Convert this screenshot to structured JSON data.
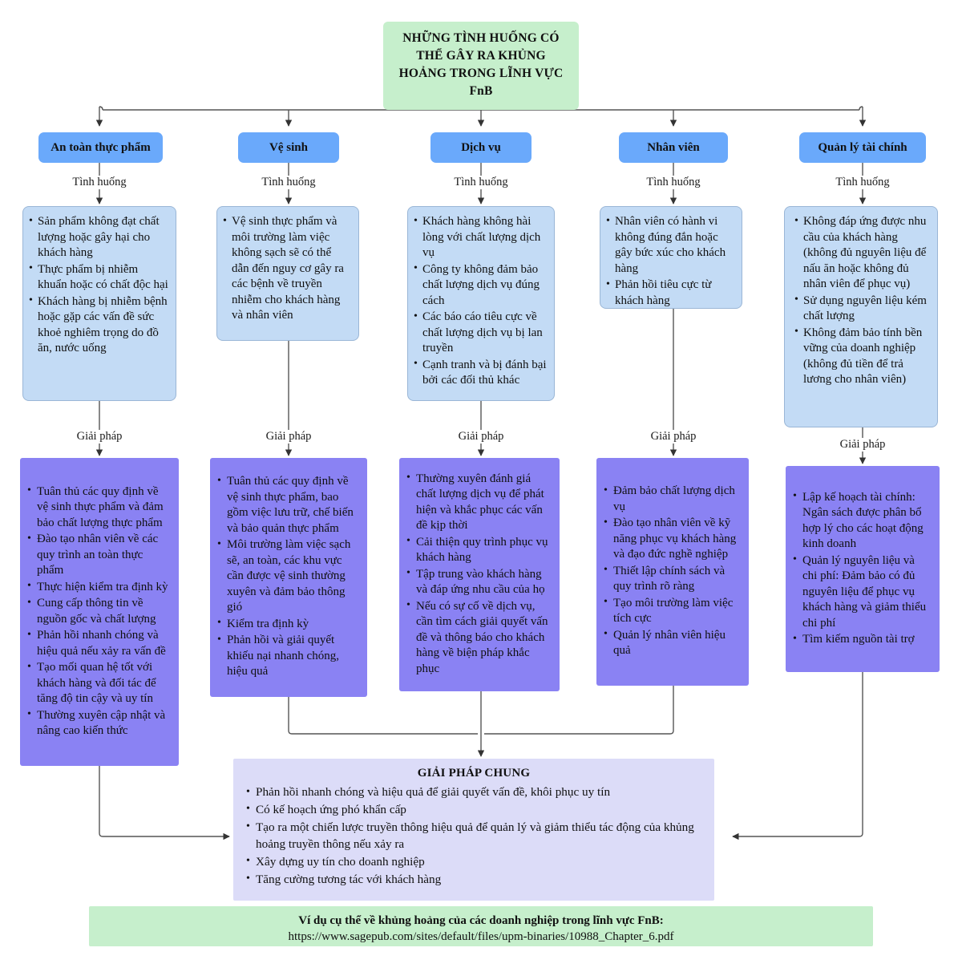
{
  "title": {
    "text": "NHỮNG TÌNH HUỐNG CÓ THỂ GÂY RA KHỦNG HOẢNG TRONG LĨNH VỰC FnB"
  },
  "edge_labels": {
    "situation": "Tình huống",
    "solution": "Giải pháp"
  },
  "colors": {
    "title_green": "#c6efcc",
    "category_blue": "#6aa9fb",
    "situation_blue": "#c3dbf5",
    "solution_purple": "#8a82f3",
    "common_lavender": "#dcdcf8",
    "footer_green": "#c6efcc",
    "edge_stroke": "#555555"
  },
  "columns": [
    {
      "id": "food-safety",
      "category": "An toàn thực phẩm",
      "situations": [
        "Sản phẩm không đạt chất lượng hoặc gây hại cho khách hàng",
        "Thực phẩm bị nhiễm khuẩn hoặc có chất độc hại",
        "Khách hàng bị nhiễm bệnh hoặc gặp các vấn đề sức khoẻ nghiêm trọng do đồ ăn, nước uống"
      ],
      "solutions": [
        "Tuân thủ các quy định về vệ sinh thực phẩm và đảm bảo chất lượng thực phẩm",
        "Đào tạo nhân viên về các quy trình an toàn thực phẩm",
        "Thực hiện kiểm tra định kỳ",
        "Cung cấp thông tin về nguồn gốc và chất lượng",
        "Phản hồi nhanh chóng và hiệu quả nếu xảy ra vấn đề",
        "Tạo mối quan hệ tốt với khách hàng và đối tác để tăng độ tin cậy và uy tín",
        "Thường xuyên cập nhật và nâng cao kiến thức"
      ]
    },
    {
      "id": "hygiene",
      "category": "Vệ sinh",
      "situations": [
        "Vệ sinh thực phẩm và môi trường làm việc không sạch sẽ có thể dẫn đến nguy cơ gây ra các bệnh về truyền nhiễm cho khách hàng và nhân viên"
      ],
      "solutions": [
        "Tuân thủ các quy định về vệ sinh thực phẩm, bao gồm việc lưu trữ, chế biến và bảo quản thực phẩm",
        "Môi trường làm việc sạch sẽ, an toàn, các khu vực cần được vệ sinh thường xuyên và đảm bảo thông gió",
        "Kiểm tra định kỳ",
        "Phản hồi và giải quyết khiếu nại nhanh chóng, hiệu quả"
      ]
    },
    {
      "id": "service",
      "category": "Dịch vụ",
      "situations": [
        "Khách hàng không hài lòng với chất lượng dịch vụ",
        "Công ty không đảm bảo chất lượng dịch vụ đúng cách",
        "Các báo cáo tiêu cực về chất lượng dịch vụ bị lan truyền",
        "Cạnh tranh và bị đánh bại bởi các đối thủ khác"
      ],
      "solutions": [
        "Thường xuyên đánh giá chất lượng dịch vụ để phát hiện và khắc phục các vấn đề kịp thời",
        "Cải thiện quy trình phục vụ khách hàng",
        "Tập trung vào khách hàng và đáp ứng nhu cầu của họ",
        "Nếu có sự cố về dịch vụ, cần tìm cách giải quyết vấn đề và thông báo cho khách hàng về biện pháp khắc phục"
      ]
    },
    {
      "id": "staff",
      "category": "Nhân viên",
      "situations": [
        "Nhân viên có hành vi không đúng đắn hoặc gây bức xúc cho khách hàng",
        "Phản hồi tiêu cực từ khách hàng"
      ],
      "solutions": [
        "Đảm bảo chất lượng dịch vụ",
        "Đào tạo nhân viên về kỹ năng phục vụ khách hàng và đạo đức nghề nghiệp",
        "Thiết lập chính sách và quy trình rõ ràng",
        "Tạo môi trường làm việc tích cực",
        "Quản lý nhân viên hiệu quả"
      ]
    },
    {
      "id": "finance",
      "category": "Quản lý tài chính",
      "situations": [
        "Không đáp ứng được nhu cầu của khách hàng (không đủ nguyên liệu để nấu ăn hoặc không đủ nhân viên để phục vụ)",
        "Sử dụng nguyên liệu kém chất lượng",
        "Không đảm bảo tính bền vững của doanh nghiệp (không đủ tiền để trả lương cho nhân viên)"
      ],
      "solutions": [
        "Lập kế hoạch tài chính: Ngân sách được phân bổ hợp lý cho các hoạt động kinh doanh",
        "Quản lý nguyên liệu và chi phí: Đảm bảo có đủ nguyên liệu để phục vụ khách hàng và giảm thiểu chi phí",
        "Tìm kiếm nguồn tài trợ"
      ]
    }
  ],
  "common_solution": {
    "title": "GIẢI PHÁP CHUNG",
    "items": [
      "Phản hồi nhanh chóng và hiệu quả để giải quyết vấn đề, khôi phục uy tín",
      "Có kế hoạch ứng phó khẩn cấp",
      "Tạo ra một chiến lược truyền thông hiệu quả để quản lý và giảm thiểu tác động của khủng hoảng truyền thông nếu xảy ra",
      "Xây dựng uy tín cho doanh nghiệp",
      "Tăng cường tương tác với khách hàng"
    ]
  },
  "footer": {
    "title": "Ví dụ cụ thể về khủng hoảng của các doanh nghiệp trong lĩnh vực FnB:",
    "url": "https://www.sagepub.com/sites/default/files/upm-binaries/10988_Chapter_6.pdf"
  }
}
